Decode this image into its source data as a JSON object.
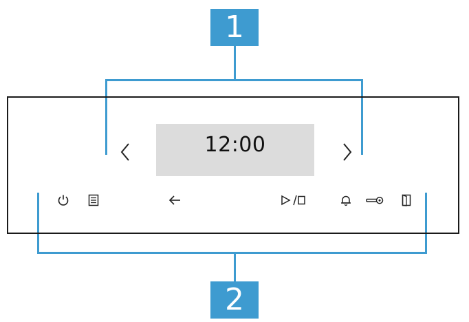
{
  "callouts": {
    "marker_1": "1",
    "marker_2": "2"
  },
  "display": {
    "time": "12:00"
  },
  "navigation": {
    "left_icon": "chevron-left-icon",
    "right_icon": "chevron-right-icon"
  },
  "touch_fields": [
    {
      "icon": "power-icon"
    },
    {
      "icon": "menu-icon"
    },
    {
      "icon": "back-arrow-icon"
    },
    {
      "icon": "start-stop-icon"
    },
    {
      "icon": "bell-icon"
    },
    {
      "icon": "key-icon"
    },
    {
      "icon": "door-icon"
    }
  ],
  "colors": {
    "callout": "#3e9bd0",
    "display_background": "#dcdcdc",
    "outline": "#1a1a1a"
  }
}
